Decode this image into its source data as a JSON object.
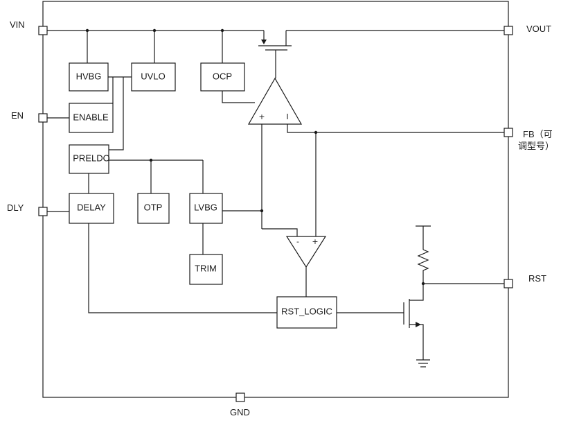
{
  "pins": {
    "vin": "VIN",
    "vout": "VOUT",
    "en": "EN",
    "fb_line1": "FB（可",
    "fb_line2": "调型号）",
    "dly": "DLY",
    "rst": "RST",
    "gnd": "GND"
  },
  "blocks": {
    "hvbg": "HVBG",
    "uvlo": "UVLO",
    "ocp": "OCP",
    "enable": "ENABLE",
    "preldo": "PRELDO",
    "delay": "DELAY",
    "otp": "OTP",
    "lvbg": "LVBG",
    "trim": "TRIM",
    "rst_logic": "RST_LOGIC"
  },
  "amp": {
    "plus": "+",
    "minus": "I"
  },
  "comparator": {
    "minus": "-",
    "plus": "+"
  }
}
